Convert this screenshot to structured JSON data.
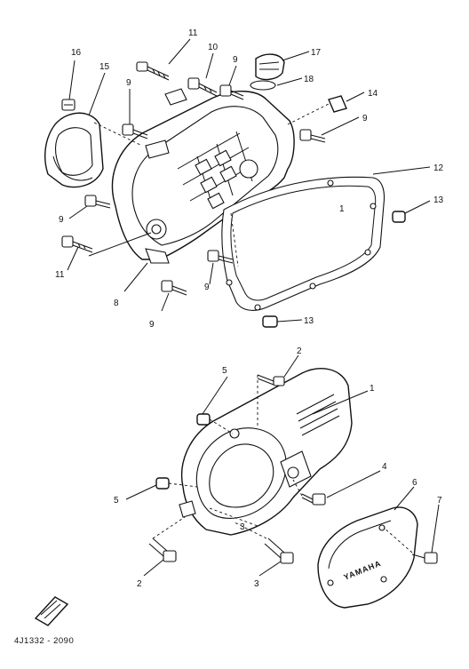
{
  "callouts": {
    "c1": "1",
    "c2a": "2",
    "c2b": "2",
    "c3": "3",
    "c4": "4",
    "c5a": "5",
    "c5b": "5",
    "c6": "6",
    "c7": "7",
    "c8": "8",
    "c9a": "9",
    "c9b": "9",
    "c9c": "9",
    "c9d": "9",
    "c9e": "9",
    "c9f": "9",
    "c10": "10",
    "c11a": "11",
    "c11b": "11",
    "c12": "12",
    "c13a": "13",
    "c13b": "13",
    "c14": "14",
    "c15": "15",
    "c16": "16",
    "c17": "17",
    "c18": "18",
    "c1b": "1",
    "c3b": "3"
  },
  "cover_logo": "YAMAHA",
  "drawing_code": "4J1332 - 2090",
  "icons": {
    "front_arrow": "front-direction-arrow-icon"
  }
}
